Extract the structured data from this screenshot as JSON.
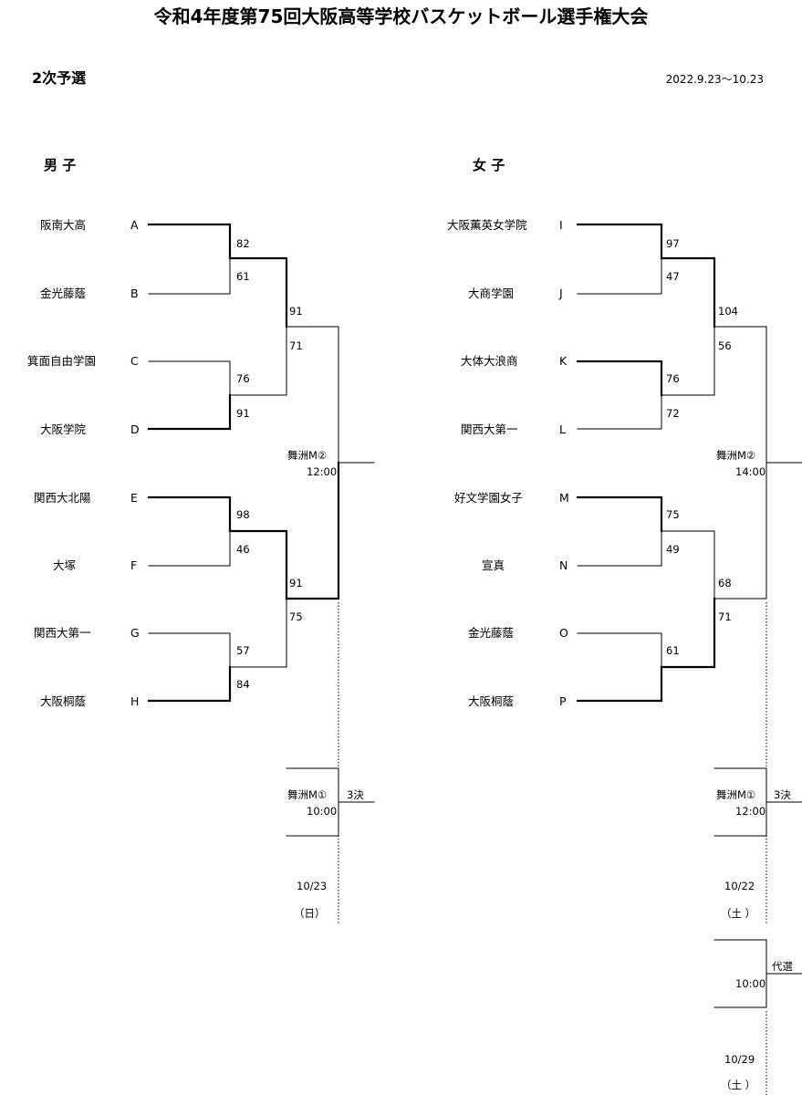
{
  "title": "令和4年度第75回大阪高等学校バスケットボール選手権大会",
  "subtitle": "2次予選",
  "date_range": "2022.9.23〜10.23",
  "men": {
    "heading": "男 子",
    "teams": [
      {
        "name": "阪南大高",
        "seed": "A"
      },
      {
        "name": "金光藤蔭",
        "seed": "B"
      },
      {
        "name": "箕面自由学園",
        "seed": "C"
      },
      {
        "name": "大阪学院",
        "seed": "D"
      },
      {
        "name": "関西大北陽",
        "seed": "E"
      },
      {
        "name": "大塚",
        "seed": "F"
      },
      {
        "name": "関西大第一",
        "seed": "G"
      },
      {
        "name": "大阪桐蔭",
        "seed": "H"
      }
    ],
    "round1_scores": [
      "82",
      "61",
      "76",
      "91",
      "98",
      "46",
      "57",
      "84"
    ],
    "semi_scores": [
      "91",
      "71",
      "91",
      "75"
    ],
    "final_venue": "舞洲M②",
    "final_time": "12:00",
    "third_venue": "舞洲M①",
    "third_time": "10:00",
    "third_label": "3決",
    "day_date": "10/23",
    "day_week": "（日）"
  },
  "women": {
    "heading": "女 子",
    "teams": [
      {
        "name": "大阪薫英女学院",
        "seed": "I"
      },
      {
        "name": "大商学園",
        "seed": "J"
      },
      {
        "name": "大体大浪商",
        "seed": "K"
      },
      {
        "name": "関西大第一",
        "seed": "L"
      },
      {
        "name": "好文学園女子",
        "seed": "M"
      },
      {
        "name": "宣真",
        "seed": "N"
      },
      {
        "name": "金光藤蔭",
        "seed": "O"
      },
      {
        "name": "大阪桐蔭",
        "seed": "P"
      }
    ],
    "round1_scores": [
      "97",
      "47",
      "76",
      "72",
      "75",
      "49",
      "",
      "61"
    ],
    "semi_scores": [
      "104",
      "56",
      "68",
      "71"
    ],
    "final_venue": "舞洲M②",
    "final_time": "14:00",
    "third_venue": "舞洲M①",
    "third_time": "12:00",
    "third_label": "3決",
    "day_date": "10/22",
    "day_week": "（土 ）",
    "playoff_label": "代選",
    "playoff_time": "10:00",
    "playoff_date": "10/29",
    "playoff_week": "（土 ）"
  }
}
